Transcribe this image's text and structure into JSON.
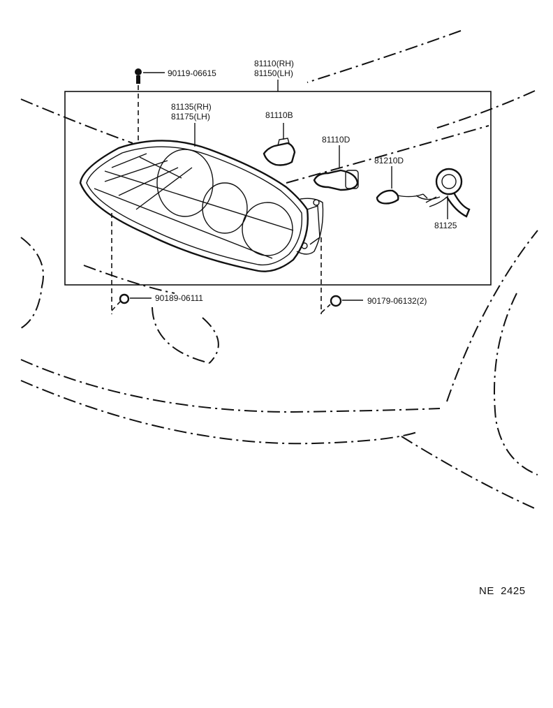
{
  "diagram_code": "NE  2425",
  "callouts": {
    "headlamp_assy_rh": "81110(RH)",
    "headlamp_assy_lh": "81150(LH)",
    "lens_rh": "81135(RH)",
    "lens_lh": "81175(LH)",
    "bulb_b": "81110B",
    "bulb_d": "81110D",
    "side_bulb": "81210D",
    "socket_wire": "81125",
    "screw_top": "90119-06615",
    "nut_left": "90189-06111",
    "nut_right": "90179-06132(2)"
  }
}
